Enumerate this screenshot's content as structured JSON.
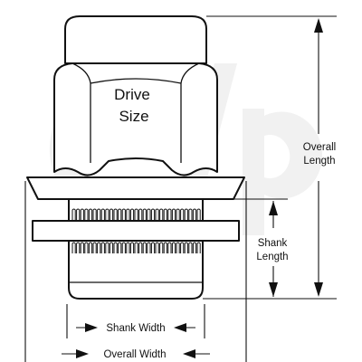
{
  "diagram": {
    "drive_size_line1": "Drive",
    "drive_size_line2": "Size",
    "overall_length_line1": "Overall",
    "overall_length_line2": "Length",
    "shank_length_line1": "Shank",
    "shank_length_line2": "Length",
    "shank_width": "Shank Width",
    "overall_width": "Overall Width"
  },
  "watermark": {
    "logo_text": "c/p",
    "color": "#f1f1f1"
  },
  "colors": {
    "line": "#111111",
    "background": "#ffffff"
  }
}
